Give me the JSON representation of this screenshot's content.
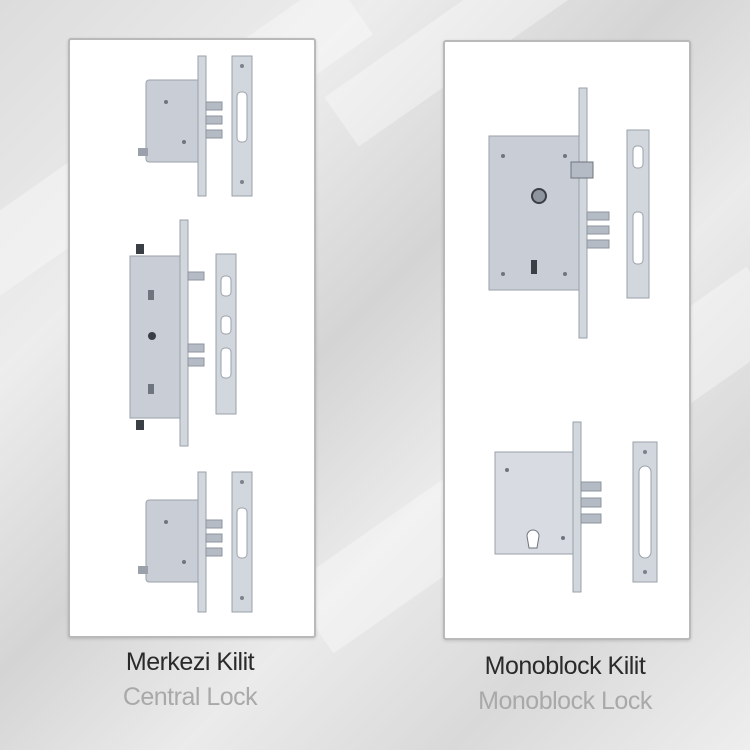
{
  "products": [
    {
      "title": "Merkezi Kilit",
      "subtitle": "Central Lock",
      "images": [
        "lock-icon",
        "multipoint-lock-icon",
        "lock-icon"
      ]
    },
    {
      "title": "Monoblock Kilit",
      "subtitle": "Monoblock Lock",
      "images": [
        "mortise-lock-icon",
        "monoblock-lock-icon"
      ]
    }
  ],
  "colors": {
    "metal": "#c9ced6",
    "metal_dark": "#9aa1ab",
    "caption_primary": "#2a2a2a",
    "caption_secondary": "#a9a9a9"
  }
}
